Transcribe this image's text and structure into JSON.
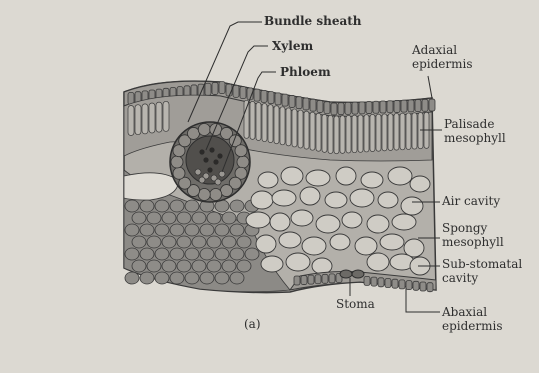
{
  "labels": {
    "bundle_sheath": "Bundle sheath",
    "xylem": "Xylem",
    "phloem": "Phloem",
    "adaxial_epidermis_1": "Adaxial",
    "adaxial_epidermis_2": "epidermis",
    "palisade_1": "Palisade",
    "palisade_2": "mesophyll",
    "air_cavity": "Air cavity",
    "spongy_1": "Spongy",
    "spongy_2": "mesophyll",
    "substomatal_1": "Sub-stomatal",
    "substomatal_2": "cavity",
    "stoma": "Stoma",
    "abaxial_1": "Abaxial",
    "abaxial_2": "epidermis",
    "figure_tag": "(a)"
  },
  "colors": {
    "cell_fill": "#8e8c88",
    "cell_light": "#cfccc5",
    "cell_outline": "#3a3a3a",
    "ink": "#2e2e2e"
  }
}
